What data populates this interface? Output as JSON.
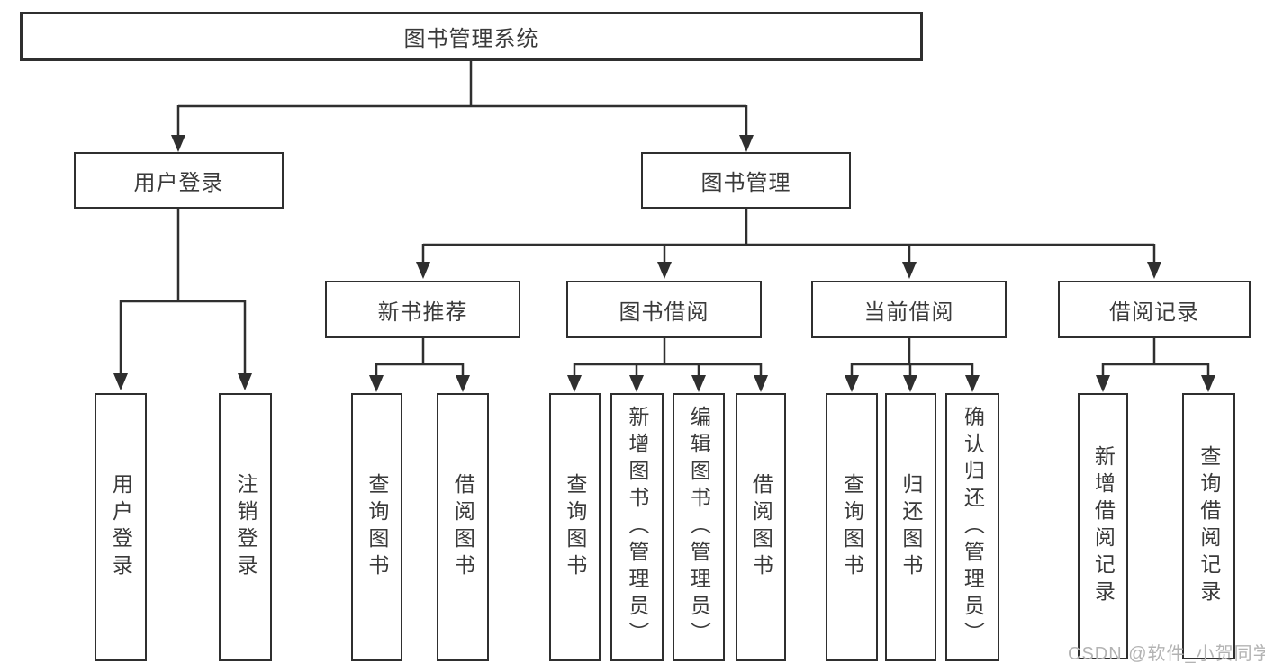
{
  "colors": {
    "line": "#2f2f2f",
    "box_border": "#2f2f2f",
    "text": "#3a3a3a",
    "watermark": "#b3b3b3",
    "background": "#ffffff"
  },
  "tree": {
    "root": "图书管理系统",
    "user_login": {
      "label": "用户登录",
      "children": [
        "用户登录",
        "注销登录"
      ]
    },
    "book_mgmt": {
      "label": "图书管理",
      "new_book_rec": {
        "label": "新书推荐",
        "children": [
          "查询图书",
          "借阅图书"
        ]
      },
      "book_borrow": {
        "label": "图书借阅",
        "children": [
          "查询图书",
          "新增图书（管理员）",
          "编辑图书（管理员）",
          "借阅图书"
        ]
      },
      "current_borrow": {
        "label": "当前借阅",
        "children": [
          "查询图书",
          "归还图书",
          "确认归还（管理员）"
        ]
      },
      "borrow_record": {
        "label": "借阅记录",
        "children": [
          "新增借阅记录",
          "查询借阅记录"
        ]
      }
    }
  },
  "watermark": {
    "text": "CSDN @软件_小贺同学"
  }
}
